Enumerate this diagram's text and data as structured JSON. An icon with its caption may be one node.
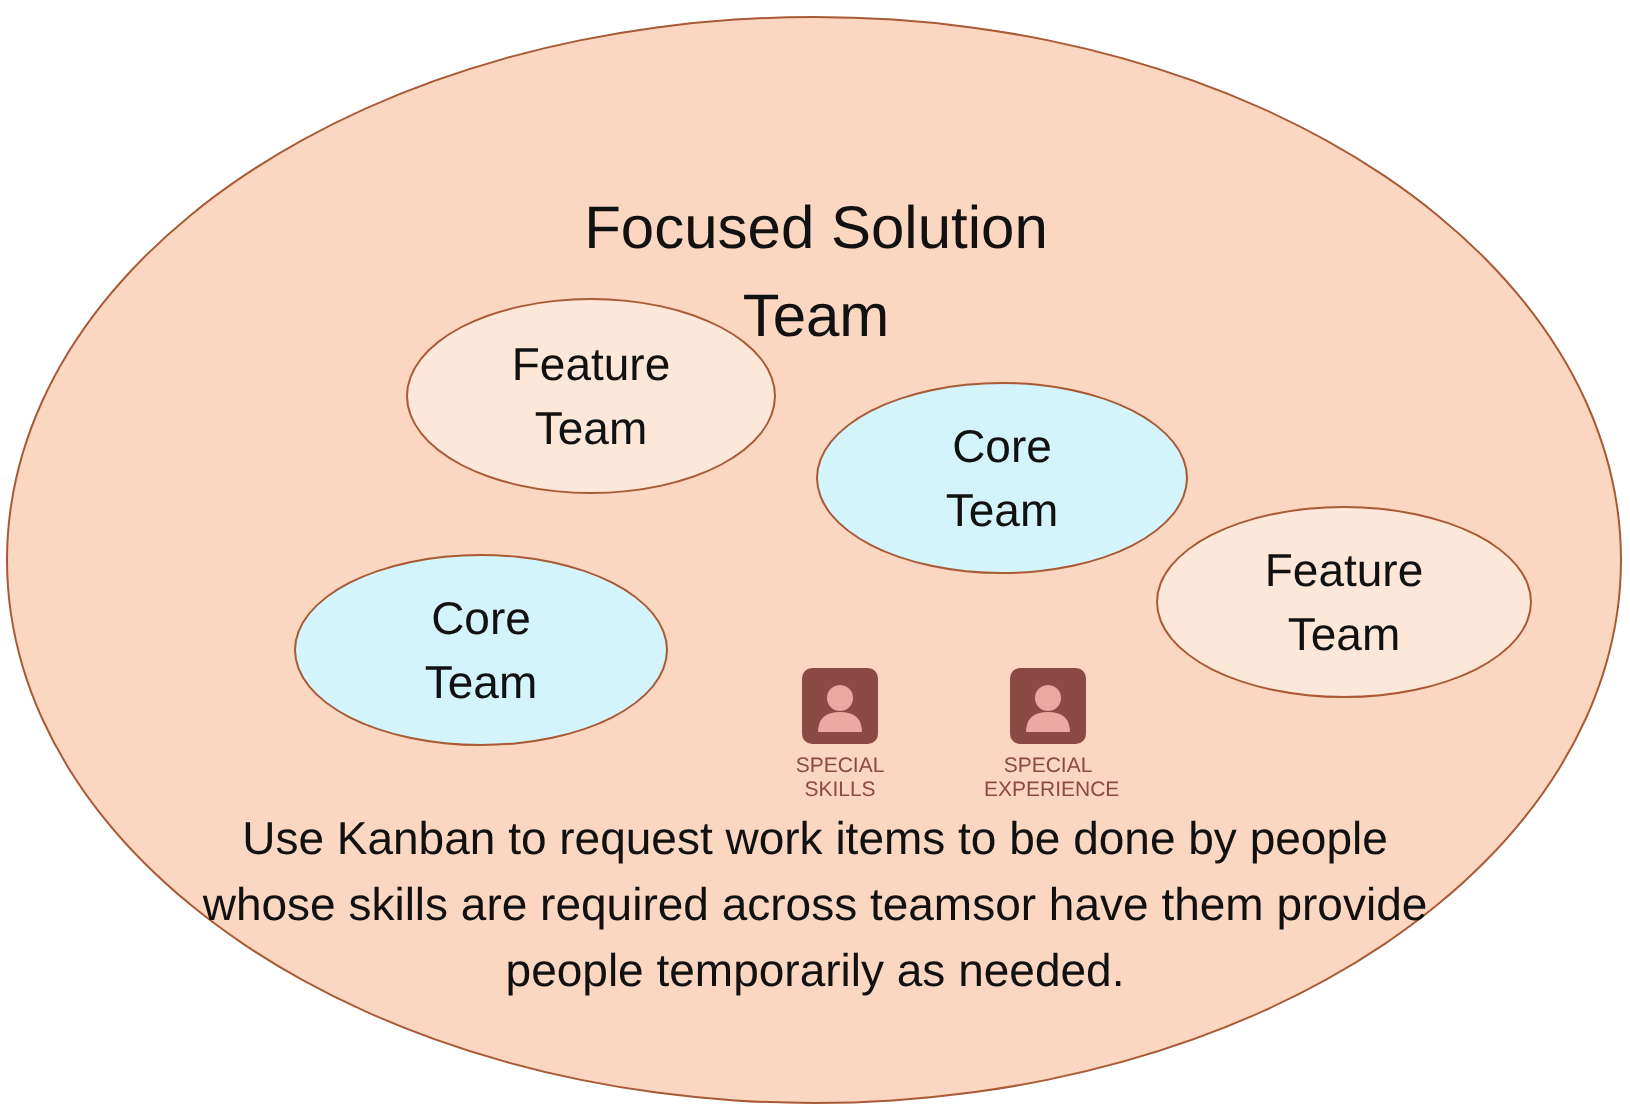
{
  "diagram": {
    "nodes": [
      {
        "text": [
          "Focused Solution Team"
        ]
      },
      {
        "text": [
          "Feature Team"
        ],
        "in": 0
      },
      {
        "text": [
          "Core Team"
        ],
        "in": 0
      },
      {
        "text": [
          "Feature Team"
        ],
        "in": 0
      },
      {
        "text": [
          "Core Team"
        ],
        "in": 0
      },
      {
        "text": [
          "SPECIAL SKILLS"
        ],
        "in": 0
      },
      {
        "text": [
          "SPECIAL EXPERIENCE"
        ],
        "in": 0
      }
    ],
    "edges": [],
    "labels": [
      "Use Kanban to request work items to be done by people whose skills are required across teamsor have them provide people temporarily as needed."
    ]
  }
}
